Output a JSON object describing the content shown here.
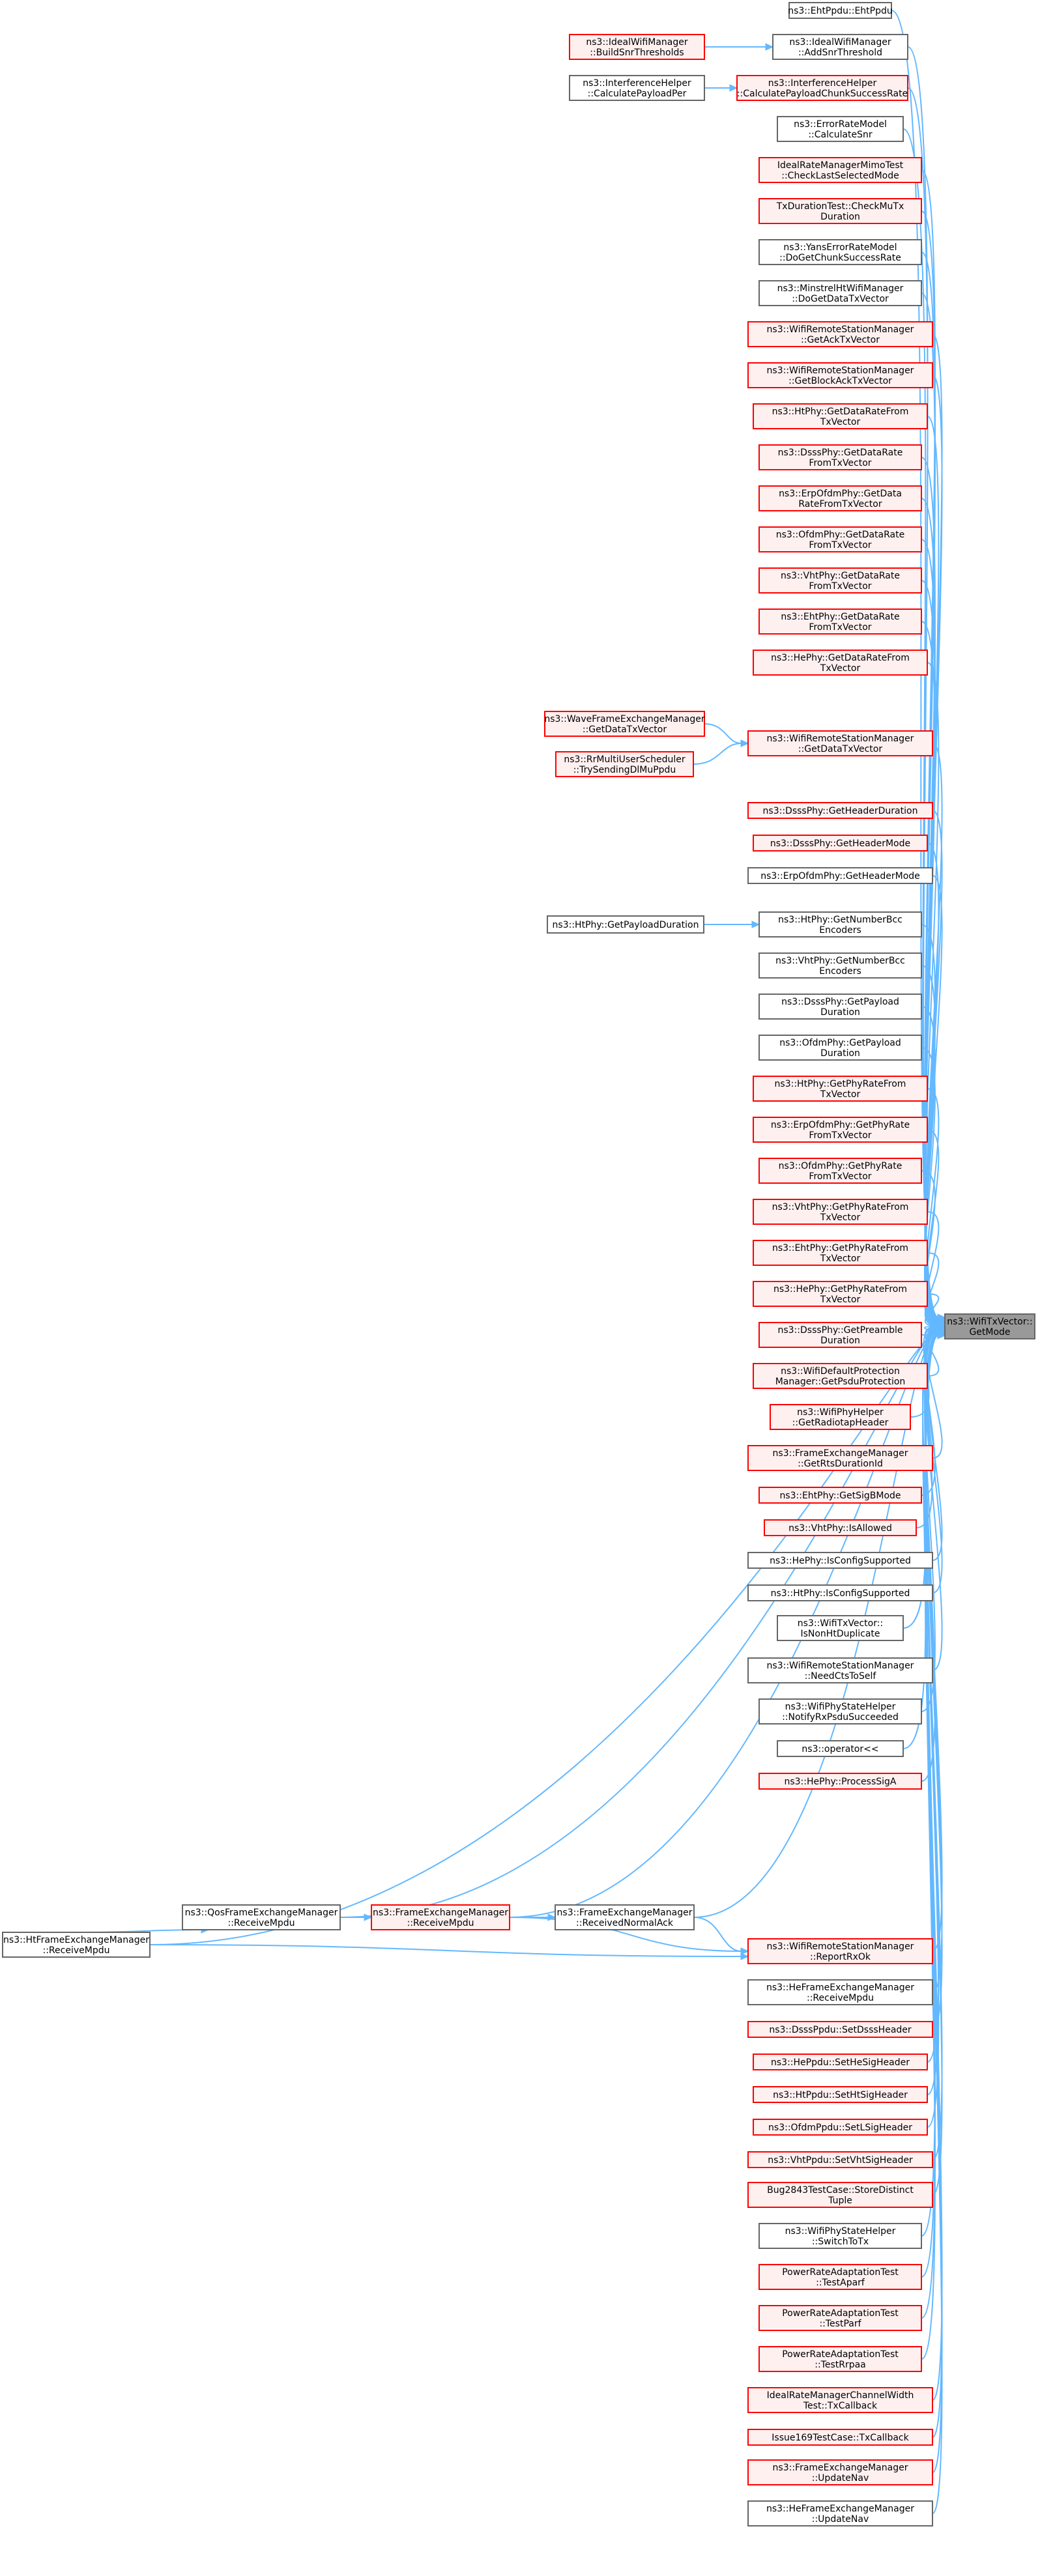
{
  "colors": {
    "edge": "#63b8ff",
    "black_border": "#666666",
    "black_fill": "#ffffff",
    "red_border": "#ff0000",
    "red_fill": "#fff0f0",
    "target_border": "#666666",
    "target_fill": "#999999",
    "text": "#000000"
  },
  "target": {
    "id": "target",
    "lines": [
      "ns3::WifiTxVector::",
      "GetMode"
    ],
    "style": "target"
  },
  "nodes": [
    {
      "id": "n1",
      "lines": [
        "ns3::EhtPpdu::EhtPpdu"
      ],
      "style": "black"
    },
    {
      "id": "n2",
      "lines": [
        "ns3::IdealWifiManager",
        "::AddSnrThreshold"
      ],
      "style": "black"
    },
    {
      "id": "n2s",
      "lines": [
        "ns3::IdealWifiManager",
        "::BuildSnrThresholds"
      ],
      "style": "red"
    },
    {
      "id": "n3",
      "lines": [
        "ns3::InterferenceHelper",
        "::CalculatePayloadChunkSuccessRate"
      ],
      "style": "red"
    },
    {
      "id": "n3s",
      "lines": [
        "ns3::InterferenceHelper",
        "::CalculatePayloadPer"
      ],
      "style": "black"
    },
    {
      "id": "n4",
      "lines": [
        "ns3::ErrorRateModel",
        "::CalculateSnr"
      ],
      "style": "black"
    },
    {
      "id": "n5",
      "lines": [
        "IdealRateManagerMimoTest",
        "::CheckLastSelectedMode"
      ],
      "style": "red"
    },
    {
      "id": "n6",
      "lines": [
        "TxDurationTest::CheckMuTx",
        "Duration"
      ],
      "style": "red"
    },
    {
      "id": "n7",
      "lines": [
        "ns3::YansErrorRateModel",
        "::DoGetChunkSuccessRate"
      ],
      "style": "black"
    },
    {
      "id": "n8",
      "lines": [
        "ns3::MinstrelHtWifiManager",
        "::DoGetDataTxVector"
      ],
      "style": "black"
    },
    {
      "id": "n9",
      "lines": [
        "ns3::WifiRemoteStationManager",
        "::GetAckTxVector"
      ],
      "style": "red"
    },
    {
      "id": "n10",
      "lines": [
        "ns3::WifiRemoteStationManager",
        "::GetBlockAckTxVector"
      ],
      "style": "red"
    },
    {
      "id": "n11",
      "lines": [
        "ns3::HtPhy::GetDataRateFrom",
        "TxVector"
      ],
      "style": "red"
    },
    {
      "id": "n12",
      "lines": [
        "ns3::DsssPhy::GetDataRate",
        "FromTxVector"
      ],
      "style": "red"
    },
    {
      "id": "n13",
      "lines": [
        "ns3::ErpOfdmPhy::GetData",
        "RateFromTxVector"
      ],
      "style": "red"
    },
    {
      "id": "n14",
      "lines": [
        "ns3::OfdmPhy::GetDataRate",
        "FromTxVector"
      ],
      "style": "red"
    },
    {
      "id": "n15",
      "lines": [
        "ns3::VhtPhy::GetDataRate",
        "FromTxVector"
      ],
      "style": "red"
    },
    {
      "id": "n16",
      "lines": [
        "ns3::EhtPhy::GetDataRate",
        "FromTxVector"
      ],
      "style": "red"
    },
    {
      "id": "n17",
      "lines": [
        "ns3::HePhy::GetDataRateFrom",
        "TxVector"
      ],
      "style": "red"
    },
    {
      "id": "n18",
      "lines": [
        "ns3::WifiRemoteStationManager",
        "::GetDataTxVector"
      ],
      "style": "red"
    },
    {
      "id": "n18a",
      "lines": [
        "ns3::WaveFrameExchangeManager",
        "::GetDataTxVector"
      ],
      "style": "red"
    },
    {
      "id": "n18b",
      "lines": [
        "ns3::RrMultiUserScheduler",
        "::TrySendingDlMuPpdu"
      ],
      "style": "red"
    },
    {
      "id": "n19",
      "lines": [
        "ns3::DsssPhy::GetHeaderDuration"
      ],
      "style": "red"
    },
    {
      "id": "n20",
      "lines": [
        "ns3::DsssPhy::GetHeaderMode"
      ],
      "style": "red"
    },
    {
      "id": "n21",
      "lines": [
        "ns3::ErpOfdmPhy::GetHeaderMode"
      ],
      "style": "black"
    },
    {
      "id": "n22s",
      "lines": [
        "ns3::HtPhy::GetPayloadDuration"
      ],
      "style": "black"
    },
    {
      "id": "n22",
      "lines": [
        "ns3::HtPhy::GetNumberBcc",
        "Encoders"
      ],
      "style": "black"
    },
    {
      "id": "n23",
      "lines": [
        "ns3::VhtPhy::GetNumberBcc",
        "Encoders"
      ],
      "style": "black"
    },
    {
      "id": "n24",
      "lines": [
        "ns3::DsssPhy::GetPayload",
        "Duration"
      ],
      "style": "black"
    },
    {
      "id": "n25",
      "lines": [
        "ns3::OfdmPhy::GetPayload",
        "Duration"
      ],
      "style": "black"
    },
    {
      "id": "n26",
      "lines": [
        "ns3::HtPhy::GetPhyRateFrom",
        "TxVector"
      ],
      "style": "red"
    },
    {
      "id": "n27",
      "lines": [
        "ns3::ErpOfdmPhy::GetPhyRate",
        "FromTxVector"
      ],
      "style": "red"
    },
    {
      "id": "n28",
      "lines": [
        "ns3::OfdmPhy::GetPhyRate",
        "FromTxVector"
      ],
      "style": "red"
    },
    {
      "id": "n29",
      "lines": [
        "ns3::VhtPhy::GetPhyRateFrom",
        "TxVector"
      ],
      "style": "red"
    },
    {
      "id": "n30",
      "lines": [
        "ns3::EhtPhy::GetPhyRateFrom",
        "TxVector"
      ],
      "style": "red"
    },
    {
      "id": "n31",
      "lines": [
        "ns3::HePhy::GetPhyRateFrom",
        "TxVector"
      ],
      "style": "red"
    },
    {
      "id": "n32",
      "lines": [
        "ns3::DsssPhy::GetPreamble",
        "Duration"
      ],
      "style": "red"
    },
    {
      "id": "n33",
      "lines": [
        "ns3::WifiDefaultProtection",
        "Manager::GetPsduProtection"
      ],
      "style": "red"
    },
    {
      "id": "n34",
      "lines": [
        "ns3::WifiPhyHelper",
        "::GetRadiotapHeader"
      ],
      "style": "red"
    },
    {
      "id": "n35",
      "lines": [
        "ns3::FrameExchangeManager",
        "::GetRtsDurationId"
      ],
      "style": "red"
    },
    {
      "id": "n36",
      "lines": [
        "ns3::EhtPhy::GetSigBMode"
      ],
      "style": "red"
    },
    {
      "id": "n37",
      "lines": [
        "ns3::VhtPhy::IsAllowed"
      ],
      "style": "red"
    },
    {
      "id": "n38",
      "lines": [
        "ns3::HePhy::IsConfigSupported"
      ],
      "style": "black"
    },
    {
      "id": "n39",
      "lines": [
        "ns3::HtPhy::IsConfigSupported"
      ],
      "style": "black"
    },
    {
      "id": "n40",
      "lines": [
        "ns3::WifiTxVector::",
        "IsNonHtDuplicate"
      ],
      "style": "black"
    },
    {
      "id": "n41",
      "lines": [
        "ns3::WifiRemoteStationManager",
        "::NeedCtsToSelf"
      ],
      "style": "black"
    },
    {
      "id": "n42",
      "lines": [
        "ns3::WifiPhyStateHelper",
        "::NotifyRxPsduSucceeded"
      ],
      "style": "black"
    },
    {
      "id": "n43",
      "lines": [
        "ns3::operator<<"
      ],
      "style": "black"
    },
    {
      "id": "n44",
      "lines": [
        "ns3::HePhy::ProcessSigA"
      ],
      "style": "red"
    },
    {
      "id": "n45",
      "lines": [
        "ns3::QosFrameExchangeManager",
        "::ReceiveMpdu"
      ],
      "style": "black"
    },
    {
      "id": "n46",
      "lines": [
        "ns3::FrameExchangeManager",
        "::ReceiveMpdu"
      ],
      "style": "red"
    },
    {
      "id": "n47",
      "lines": [
        "ns3::FrameExchangeManager",
        "::ReceivedNormalAck"
      ],
      "style": "black"
    },
    {
      "id": "n48",
      "lines": [
        "ns3::HtFrameExchangeManager",
        "::ReceiveMpdu"
      ],
      "style": "black"
    },
    {
      "id": "n49",
      "lines": [
        "ns3::WifiRemoteStationManager",
        "::ReportRxOk"
      ],
      "style": "red"
    },
    {
      "id": "n50",
      "lines": [
        "ns3::HeFrameExchangeManager",
        "::ReceiveMpdu"
      ],
      "style": "black"
    },
    {
      "id": "n51",
      "lines": [
        "ns3::DsssPpdu::SetDsssHeader"
      ],
      "style": "red"
    },
    {
      "id": "n52",
      "lines": [
        "ns3::HePpdu::SetHeSigHeader"
      ],
      "style": "red"
    },
    {
      "id": "n53",
      "lines": [
        "ns3::HtPpdu::SetHtSigHeader"
      ],
      "style": "red"
    },
    {
      "id": "n54",
      "lines": [
        "ns3::OfdmPpdu::SetLSigHeader"
      ],
      "style": "red"
    },
    {
      "id": "n55",
      "lines": [
        "ns3::VhtPpdu::SetVhtSigHeader"
      ],
      "style": "red"
    },
    {
      "id": "n56",
      "lines": [
        "Bug2843TestCase::StoreDistinct",
        "Tuple"
      ],
      "style": "red"
    },
    {
      "id": "n57",
      "lines": [
        "ns3::WifiPhyStateHelper",
        "::SwitchToTx"
      ],
      "style": "black"
    },
    {
      "id": "n58",
      "lines": [
        "PowerRateAdaptationTest",
        "::TestAparf"
      ],
      "style": "red"
    },
    {
      "id": "n59",
      "lines": [
        "PowerRateAdaptationTest",
        "::TestParf"
      ],
      "style": "red"
    },
    {
      "id": "n60",
      "lines": [
        "PowerRateAdaptationTest",
        "::TestRrpaa"
      ],
      "style": "red"
    },
    {
      "id": "n61",
      "lines": [
        "IdealRateManagerChannelWidth",
        "Test::TxCallback"
      ],
      "style": "red"
    },
    {
      "id": "n62",
      "lines": [
        "Issue169TestCase::TxCallback"
      ],
      "style": "red"
    },
    {
      "id": "n63",
      "lines": [
        "ns3::FrameExchangeManager",
        "::UpdateNav"
      ],
      "style": "red"
    },
    {
      "id": "n64",
      "lines": [
        "ns3::HeFrameExchangeManager",
        "::UpdateNav"
      ],
      "style": "black"
    }
  ]
}
